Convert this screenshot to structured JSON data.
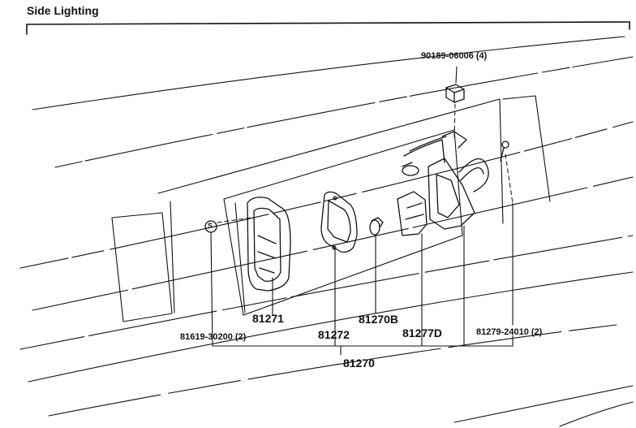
{
  "diagram": {
    "title": "Side Lighting",
    "parts": {
      "p90189": "90189-06006 (4)",
      "p81271": "81271",
      "p81619": "81619-30200 (2)",
      "p81272": "81272",
      "p81270b": "81270B",
      "p81277d": "81277D",
      "p81279": "81279-24010 (2)",
      "p81270": "81270"
    },
    "gasket_mark": "S"
  },
  "colors": {
    "line": "#111111",
    "background": "#ffffff"
  }
}
